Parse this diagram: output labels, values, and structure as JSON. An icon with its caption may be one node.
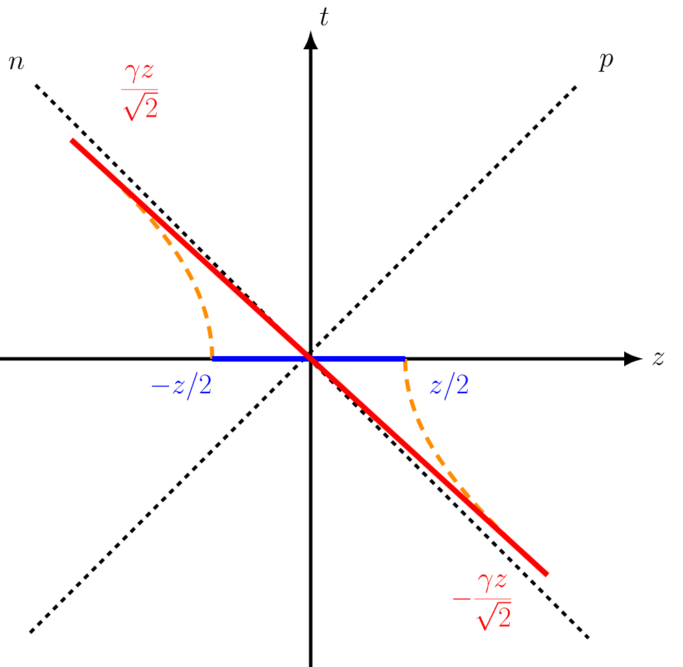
{
  "diagram": {
    "labels": [
      "t",
      "n",
      "p",
      "z",
      "\\frac{\\gamma z}{\\sqrt{2}}",
      "-z/2",
      "z/2",
      "-\\frac{\\gamma z}{\\sqrt{2}}"
    ]
  }
}
